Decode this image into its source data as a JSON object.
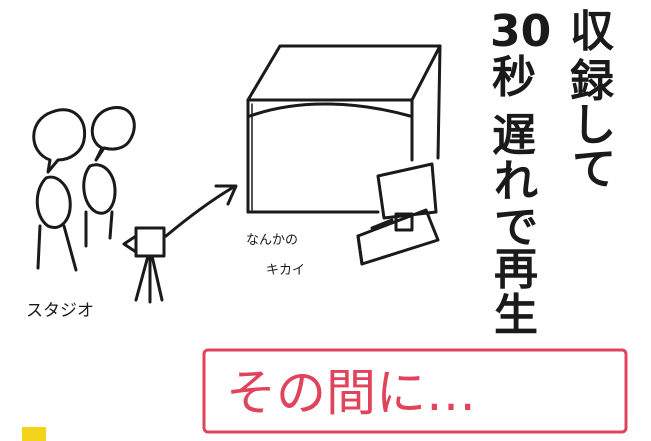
{
  "labels": {
    "studio": "スタジオ",
    "machine_line1": "なんかの",
    "machine_line2": "キカイ",
    "column1": [
      "30",
      "秒",
      "遅",
      "れ",
      "で",
      "再",
      "生"
    ],
    "column2": [
      "収",
      "録",
      "し",
      "て"
    ],
    "banner": "その間に…"
  },
  "colors": {
    "ink": "#1a1a1a",
    "banner_red": "#e0435a",
    "accent_yellow": "#f3d41a"
  }
}
